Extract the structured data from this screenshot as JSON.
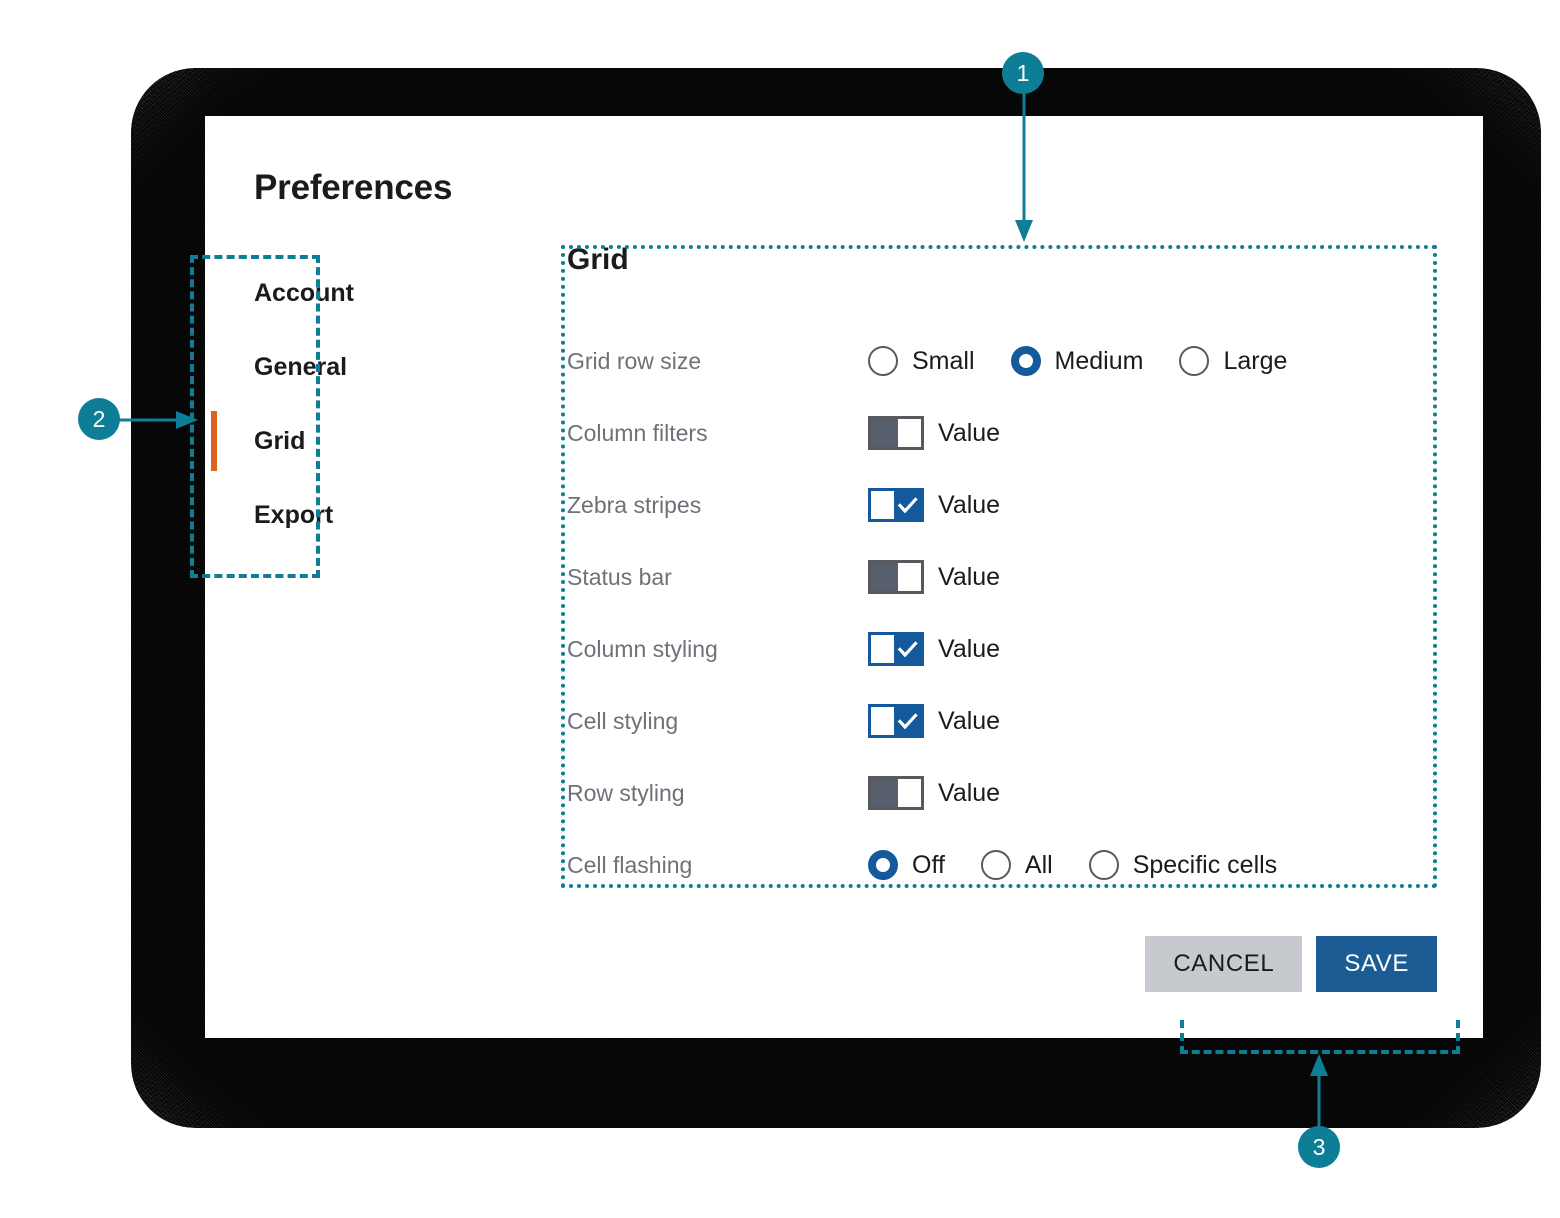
{
  "dialog": {
    "title": "Preferences"
  },
  "sidebar": {
    "items": [
      {
        "label": "Account",
        "active": false
      },
      {
        "label": "General",
        "active": false
      },
      {
        "label": "Grid",
        "active": true
      },
      {
        "label": "Export",
        "active": false
      }
    ]
  },
  "panel": {
    "title": "Grid",
    "rows": [
      {
        "label": "Grid row size",
        "type": "radio",
        "options": [
          {
            "label": "Small",
            "checked": false
          },
          {
            "label": "Medium",
            "checked": true
          },
          {
            "label": "Large",
            "checked": false
          }
        ]
      },
      {
        "label": "Column filters",
        "type": "toggle",
        "value_label": "Value",
        "on": false
      },
      {
        "label": "Zebra stripes",
        "type": "toggle",
        "value_label": "Value",
        "on": true
      },
      {
        "label": "Status bar",
        "type": "toggle",
        "value_label": "Value",
        "on": false
      },
      {
        "label": "Column styling",
        "type": "toggle",
        "value_label": "Value",
        "on": true
      },
      {
        "label": "Cell styling",
        "type": "toggle",
        "value_label": "Value",
        "on": true
      },
      {
        "label": "Row styling",
        "type": "toggle",
        "value_label": "Value",
        "on": false
      },
      {
        "label": "Cell flashing",
        "type": "radio",
        "options": [
          {
            "label": "Off",
            "checked": true
          },
          {
            "label": "All",
            "checked": false
          },
          {
            "label": "Specific cells",
            "checked": false
          }
        ]
      }
    ]
  },
  "footer": {
    "cancel_label": "CANCEL",
    "save_label": "SAVE"
  },
  "annotations": [
    {
      "number": "1",
      "target": "grid-settings-panel"
    },
    {
      "number": "2",
      "target": "sidebar-navigation"
    },
    {
      "number": "3",
      "target": "dialog-action-buttons"
    }
  ],
  "colors": {
    "accent_teal": "#0d7e96",
    "accent_orange": "#d9661f",
    "primary_blue": "#1b5c94",
    "control_blue": "#14599b",
    "toggle_off_gray": "#565f6b",
    "cancel_gray": "#c6cace",
    "label_gray": "#6d7278",
    "text_dark": "#1b1b1b"
  }
}
